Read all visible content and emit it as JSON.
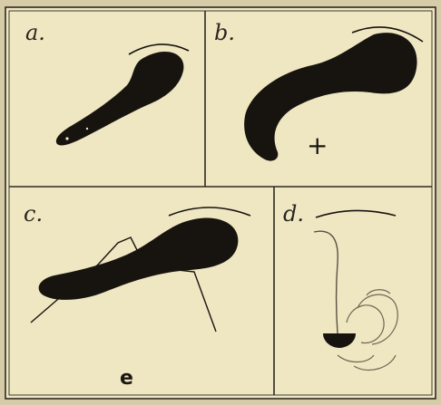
{
  "plate": {
    "background": "#efe6c2",
    "ink": "#17130f",
    "frame": "#2e2a22"
  },
  "panels": [
    {
      "label": "a.",
      "mark": ""
    },
    {
      "label": "b.",
      "mark": "+"
    },
    {
      "label": "c.",
      "mark": "e"
    },
    {
      "label": "d.",
      "mark": ""
    }
  ]
}
